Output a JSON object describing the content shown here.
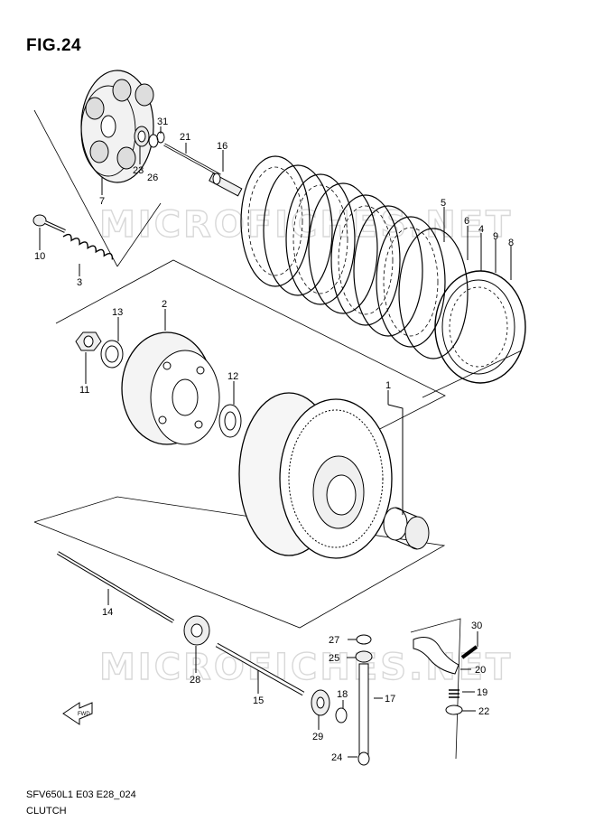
{
  "figure": {
    "title": "FIG.24",
    "code": "SFV650L1 E03 E28_024",
    "name": "CLUTCH"
  },
  "watermark": "MICROFICHES.NET",
  "direction_arrow": {
    "label": "FWD",
    "icon": "fwd-arrow-icon"
  },
  "parts": [
    {
      "id": "label-1",
      "number": "1"
    },
    {
      "id": "label-2",
      "number": "2"
    },
    {
      "id": "label-3",
      "number": "3"
    },
    {
      "id": "label-4",
      "number": "4"
    },
    {
      "id": "label-5",
      "number": "5"
    },
    {
      "id": "label-6",
      "number": "6"
    },
    {
      "id": "label-7",
      "number": "7"
    },
    {
      "id": "label-8",
      "number": "8"
    },
    {
      "id": "label-9",
      "number": "9"
    },
    {
      "id": "label-10",
      "number": "10"
    },
    {
      "id": "label-11",
      "number": "11"
    },
    {
      "id": "label-12",
      "number": "12"
    },
    {
      "id": "label-13",
      "number": "13"
    },
    {
      "id": "label-14",
      "number": "14"
    },
    {
      "id": "label-15",
      "number": "15"
    },
    {
      "id": "label-16",
      "number": "16"
    },
    {
      "id": "label-17",
      "number": "17"
    },
    {
      "id": "label-18",
      "number": "18"
    },
    {
      "id": "label-19",
      "number": "19"
    },
    {
      "id": "label-20",
      "number": "20"
    },
    {
      "id": "label-21",
      "number": "21"
    },
    {
      "id": "label-22",
      "number": "22"
    },
    {
      "id": "label-23",
      "number": "23"
    },
    {
      "id": "label-24",
      "number": "24"
    },
    {
      "id": "label-25",
      "number": "25"
    },
    {
      "id": "label-26",
      "number": "26"
    },
    {
      "id": "label-27",
      "number": "27"
    },
    {
      "id": "label-28",
      "number": "28"
    },
    {
      "id": "label-29",
      "number": "29"
    },
    {
      "id": "label-30",
      "number": "30"
    },
    {
      "id": "label-31",
      "number": "31"
    }
  ]
}
